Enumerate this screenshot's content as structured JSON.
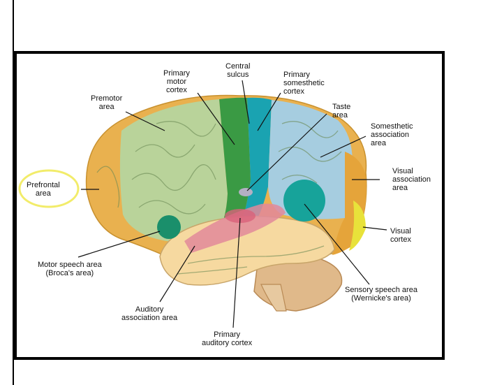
{
  "labels": {
    "central_sulcus": "Central\nsulcus",
    "primary_motor_cortex": "Primary\nmotor\ncortex",
    "primary_somesthetic_cortex": "Primary\nsomesthetic\ncortex",
    "premotor_area": "Premotor\narea",
    "taste_area": "Taste\narea",
    "somesthetic_association_area": "Somesthetic\nassociation\narea",
    "prefrontal_area": "Prefrontal\narea",
    "visual_association_area": "Visual\nassociation\narea",
    "visual_cortex": "Visual\ncortex",
    "motor_speech_area": "Motor speech area\n(Broca's area)",
    "sensory_speech_area": "Sensory speech area\n(Wernicke's area)",
    "auditory_association_area": "Auditory\nassociation area",
    "primary_auditory_cortex": "Primary\nauditory cortex"
  },
  "colors": {
    "frontal": "#e9b14f",
    "premotor": "#b9d39a",
    "motor": "#3a9a44",
    "somesthetic": "#1aa3b1",
    "parietal": "#a6cde0",
    "visual_assoc": "#e5a43a",
    "visual_cortex": "#e8e23a",
    "temporal": "#f6d9a0",
    "broca": "#1a8f6b",
    "wernicke": "#17a39a",
    "auditory": "#e2889a",
    "cerebellum": "#e0b98a",
    "highlight": "#f2ec6a"
  }
}
